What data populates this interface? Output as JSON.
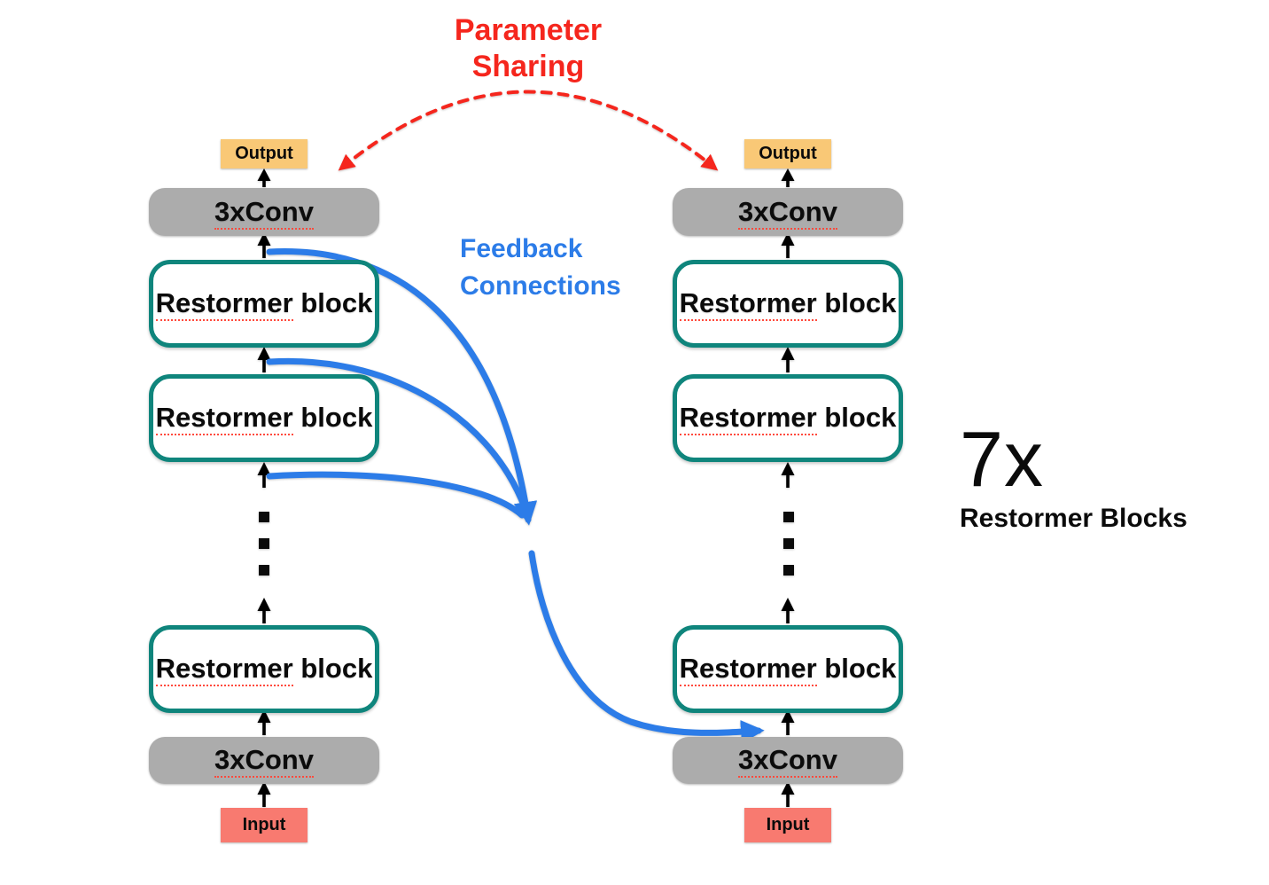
{
  "annotations": {
    "parameter_sharing": "Parameter Sharing",
    "feedback_connections": "Feedback Connections",
    "multiplier": "7x",
    "multiplier_label": "Restormer Blocks"
  },
  "labels": {
    "output": "Output",
    "conv": "3xConv",
    "restormer_word": "Restormer",
    "block_word": "block",
    "input": "Input"
  },
  "colors": {
    "parameter_sharing_red": "#f5261d",
    "feedback_blue": "#2c7ce8",
    "restormer_border_teal": "#0f857c",
    "conv_gray": "#acacac",
    "output_orange": "#f9c876",
    "input_salmon": "#f87a70",
    "arrow_black": "#000000",
    "misspell_underline_red": "#ff4a3d"
  }
}
